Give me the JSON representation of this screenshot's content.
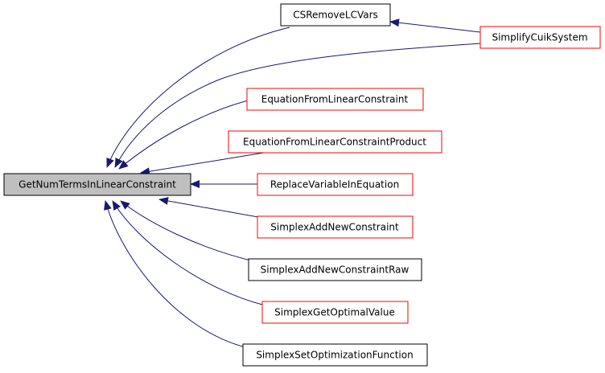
{
  "colors": {
    "edge": "#191970",
    "border_black": "#000000",
    "border_red": "#ff0000",
    "root_fill": "#bfbfbf",
    "node_fill": "#ffffff"
  },
  "root": {
    "id": "root",
    "label": "GetNumTermsInLinearConstraint"
  },
  "nodes": [
    {
      "id": "cs-remove-lc-vars",
      "label": "CSRemoveLCVars",
      "border": "black"
    },
    {
      "id": "simplify-cuik-system",
      "label": "SimplifyCuikSystem",
      "border": "red"
    },
    {
      "id": "equation-from-linear-constraint",
      "label": "EquationFromLinearConstraint",
      "border": "red"
    },
    {
      "id": "equation-from-linear-constraint-product",
      "label": "EquationFromLinearConstraintProduct",
      "border": "red"
    },
    {
      "id": "replace-variable-in-equation",
      "label": "ReplaceVariableInEquation",
      "border": "red"
    },
    {
      "id": "simplex-add-new-constraint",
      "label": "SimplexAddNewConstraint",
      "border": "red"
    },
    {
      "id": "simplex-add-new-constraint-raw",
      "label": "SimplexAddNewConstraintRaw",
      "border": "black"
    },
    {
      "id": "simplex-get-optimal-value",
      "label": "SimplexGetOptimalValue",
      "border": "red"
    },
    {
      "id": "simplex-set-optimization-function",
      "label": "SimplexSetOptimizationFunction",
      "border": "black"
    }
  ],
  "edges": [
    {
      "from": "cs-remove-lc-vars",
      "to": "root"
    },
    {
      "from": "simplify-cuik-system",
      "to": "root"
    },
    {
      "from": "simplify-cuik-system",
      "to": "cs-remove-lc-vars"
    },
    {
      "from": "equation-from-linear-constraint",
      "to": "root"
    },
    {
      "from": "equation-from-linear-constraint-product",
      "to": "root"
    },
    {
      "from": "replace-variable-in-equation",
      "to": "root"
    },
    {
      "from": "simplex-add-new-constraint",
      "to": "root"
    },
    {
      "from": "simplex-add-new-constraint-raw",
      "to": "root"
    },
    {
      "from": "simplex-get-optimal-value",
      "to": "root"
    },
    {
      "from": "simplex-set-optimization-function",
      "to": "root"
    }
  ]
}
